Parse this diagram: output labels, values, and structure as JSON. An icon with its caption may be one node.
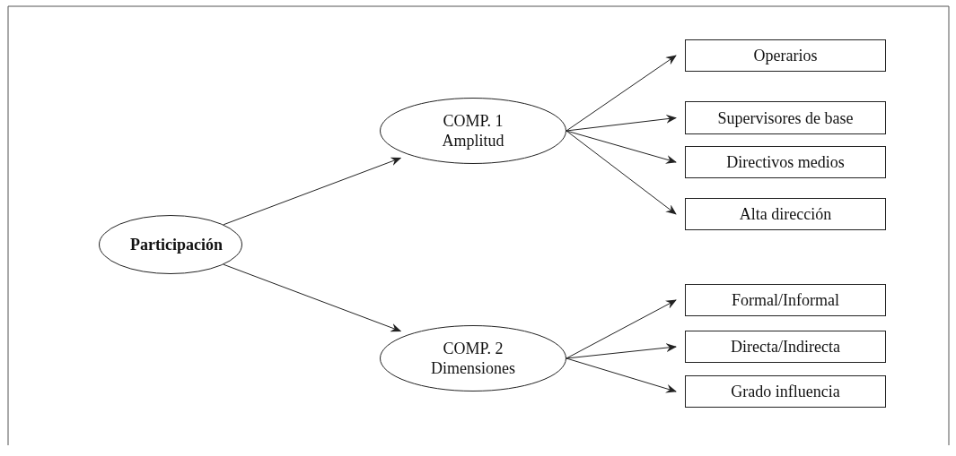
{
  "diagram": {
    "nodes": [
      {
        "text": [
          "Participación"
        ]
      },
      {
        "text": [
          "COMP. 1 Amplitud"
        ]
      },
      {
        "text": [
          "COMP. 2 Dimensiones"
        ]
      },
      {
        "text": [
          "Operarios"
        ]
      },
      {
        "text": [
          "Supervisores de base"
        ]
      },
      {
        "text": [
          "Directivos medios"
        ]
      },
      {
        "text": [
          "Alta dirección"
        ]
      },
      {
        "text": [
          "Formal/Informal"
        ]
      },
      {
        "text": [
          "Directa/Indirecta"
        ]
      },
      {
        "text": [
          "Grado influencia"
        ]
      }
    ],
    "edges": [
      {
        "from": 0,
        "to": 1,
        "arrow": "to"
      },
      {
        "from": 0,
        "to": 2,
        "arrow": "to"
      },
      {
        "from": 1,
        "to": 3,
        "arrow": "to"
      },
      {
        "from": 1,
        "to": 4,
        "arrow": "to"
      },
      {
        "from": 1,
        "to": 5,
        "arrow": "to"
      },
      {
        "from": 1,
        "to": 6,
        "arrow": "to"
      },
      {
        "from": 2,
        "to": 7,
        "arrow": "to"
      },
      {
        "from": 2,
        "to": 8,
        "arrow": "to"
      },
      {
        "from": 2,
        "to": 9,
        "arrow": "to"
      }
    ]
  }
}
